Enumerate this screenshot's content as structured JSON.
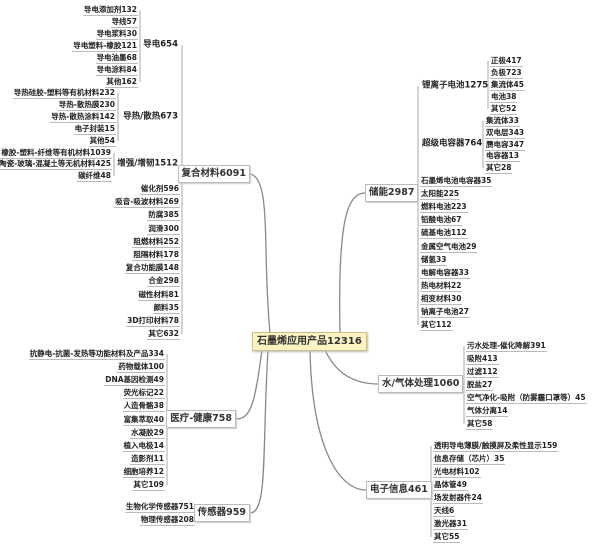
{
  "root": {
    "label": "石墨烯应用产品12316"
  },
  "branches": [
    {
      "label": "复合材料6091",
      "children": [
        {
          "label": "导电654",
          "children": [
            "导电添加剂132",
            "导线57",
            "导电浆料30",
            "导电塑料-橡胶121",
            "导电油墨68",
            "导电涂料84",
            "其他162"
          ]
        },
        {
          "label": "导热/散热673",
          "children": [
            "导热硅胶-塑料等有机材料232",
            "导热-散热膜230",
            "导热-散热涂料142",
            "电子封装15",
            "其他54"
          ]
        },
        {
          "label": "增强/增韧1512",
          "children": [
            "橡胶-塑料-纤维等有机材料1039",
            "陶瓷-玻璃-混凝土等无机材料425",
            "碳纤维48"
          ]
        },
        {
          "label": "催化剂596"
        },
        {
          "label": "吸音-吸波材料269"
        },
        {
          "label": "防腐385"
        },
        {
          "label": "润滑300"
        },
        {
          "label": "阻燃材料252"
        },
        {
          "label": "阻隔材料178"
        },
        {
          "label": "复合功能膜148"
        },
        {
          "label": "合金298"
        },
        {
          "label": "磁性材料81"
        },
        {
          "label": "颜料35"
        },
        {
          "label": "3D打印材料78"
        },
        {
          "label": "其它632"
        }
      ]
    },
    {
      "label": "医疗-健康758",
      "children": [
        {
          "label": "抗静电-抗菌-发热等功能材料及产品334"
        },
        {
          "label": "药物载体100"
        },
        {
          "label": "DNA基因检测49"
        },
        {
          "label": "荧光标记22"
        },
        {
          "label": "人造骨骼38"
        },
        {
          "label": "富集萃取40"
        },
        {
          "label": "水凝胶29"
        },
        {
          "label": "植入电极14"
        },
        {
          "label": "造影剂11"
        },
        {
          "label": "细胞培养12"
        },
        {
          "label": "其它109"
        }
      ]
    },
    {
      "label": "传感器959",
      "children": [
        {
          "label": "生物化学传感器751"
        },
        {
          "label": "物理传感器208"
        }
      ]
    },
    {
      "label": "储能2987",
      "children": [
        {
          "label": "锂离子电池1275",
          "children": [
            "正极417",
            "负极723",
            "集流体45",
            "电池38",
            "其它52"
          ]
        },
        {
          "label": "超级电容器764",
          "children": [
            "集流体33",
            "双电层343",
            "赝电容347",
            "电容器13",
            "其它28"
          ]
        },
        {
          "label": "石墨烯电池电容器35"
        },
        {
          "label": "太阳能225"
        },
        {
          "label": "燃料电池223"
        },
        {
          "label": "铅酸电池67"
        },
        {
          "label": "硫基电池112"
        },
        {
          "label": "金属空气电池29"
        },
        {
          "label": "储氢33"
        },
        {
          "label": "电解电容器33"
        },
        {
          "label": "热电材料22"
        },
        {
          "label": "相变材料30"
        },
        {
          "label": "钠离子电池27"
        },
        {
          "label": "其它112"
        }
      ]
    },
    {
      "label": "水/气体处理1060",
      "children": [
        {
          "label": "污水处理-催化降解391"
        },
        {
          "label": "吸附413"
        },
        {
          "label": "过滤112"
        },
        {
          "label": "脱盐27"
        },
        {
          "label": "空气净化-吸附（防雾霾口罩等）45"
        },
        {
          "label": "气体分离14"
        },
        {
          "label": "其它58"
        }
      ]
    },
    {
      "label": "电子信息461",
      "children": [
        {
          "label": "透明导电薄膜/触摸屏及柔性显示159"
        },
        {
          "label": "信息存储（芯片）35"
        },
        {
          "label": "光电材料102"
        },
        {
          "label": "晶体管49"
        },
        {
          "label": "场发射器件24"
        },
        {
          "label": "天线6"
        },
        {
          "label": "激光器31"
        },
        {
          "label": "其它55"
        }
      ]
    }
  ],
  "colors": {
    "root_fill": "#fbf3c3",
    "line": "#999999"
  }
}
